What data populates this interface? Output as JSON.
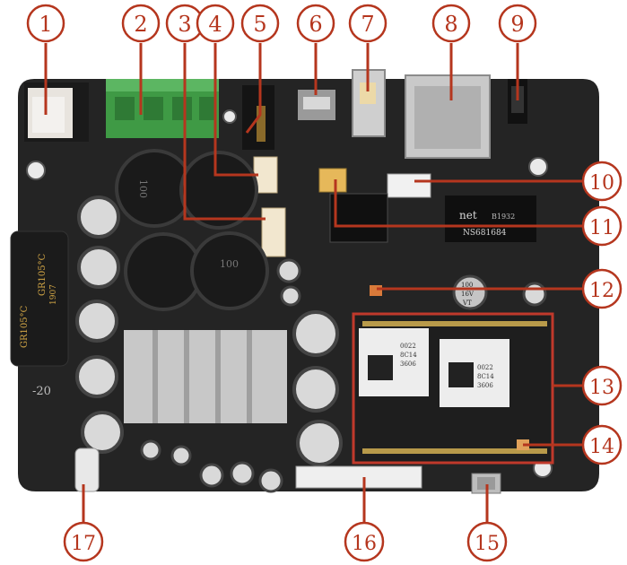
{
  "callouts": [
    "1",
    "2",
    "3",
    "4",
    "5",
    "6",
    "7",
    "8",
    "9",
    "10",
    "11",
    "12",
    "13",
    "14",
    "15",
    "16",
    "17"
  ],
  "board_text": {
    "chip_brand": "net",
    "chip_part": "NS681684",
    "chip_code": "B1932",
    "module_a_line1": "0022",
    "module_a_line2": "8C14",
    "module_a_line3": "3606",
    "module_b_line1": "0022",
    "module_b_line2": "8C14",
    "module_b_line3": "3606",
    "cap_label_1": "GR105°C",
    "cap_label_2": "GR105°C",
    "cap_year": "1907",
    "inductor_label": "100",
    "inductor_label_2": "100",
    "small_cap_label": "100",
    "small_cap_volt": "16V",
    "small_cap_vt": "VT",
    "side_label": "-20"
  },
  "colors": {
    "callout_red": "#b5361e",
    "board": "#242424",
    "terminal_green": "#3f9a45",
    "heatsink": "#c8c8c8",
    "module_outline": "#c0392b"
  }
}
